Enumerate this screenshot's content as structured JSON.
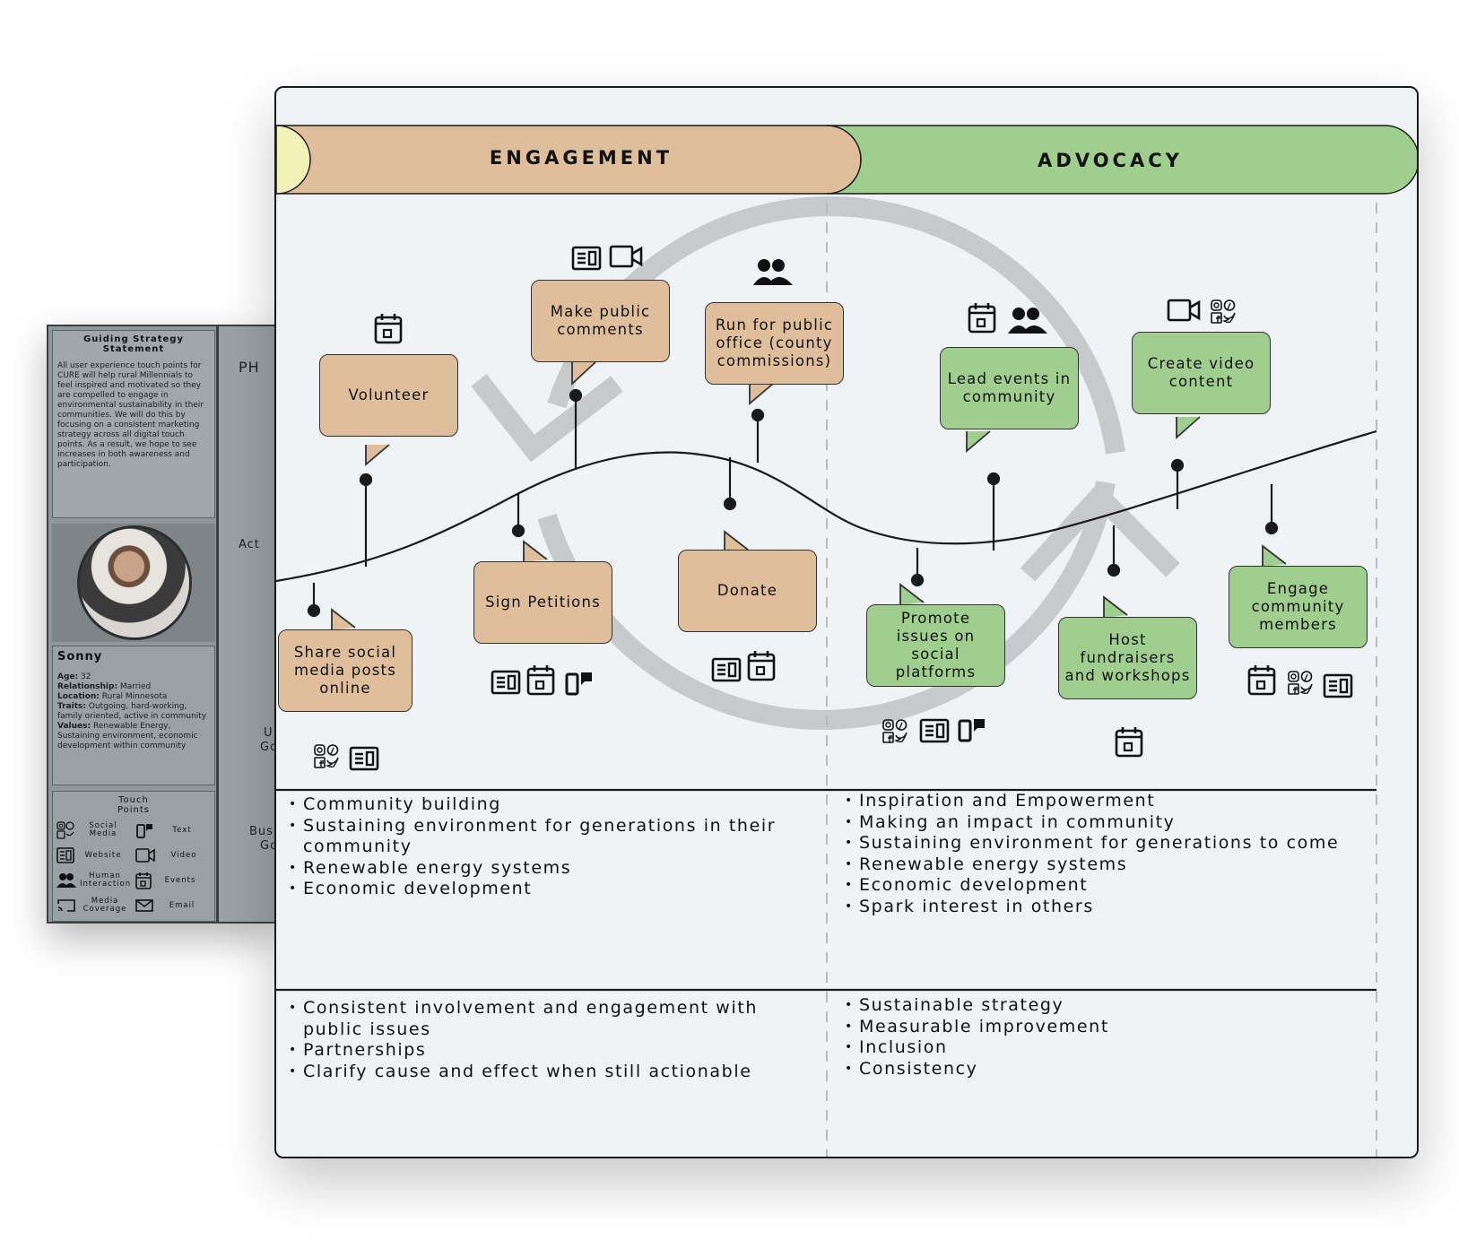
{
  "persona": {
    "guiding_title": "Guiding Strategy Statement",
    "guiding_text": "All user experience touch points for CURE will help rural Millennials to feel inspired and motivated so they are compelled to engage in environmental sustainability in their communities. We will do this by focusing on a consistent marketing strategy across all digital touch points. As a result, we hope to see increases in both awareness and participation.",
    "name": "Sonny",
    "details": [
      {
        "label": "Age:",
        "value": "32"
      },
      {
        "label": "Relationship:",
        "value": "Married"
      },
      {
        "label": "Location:",
        "value": "Rural Minnesota"
      },
      {
        "label": "Traits:",
        "value": "Outgoing, hard-working, family oriented, active in community"
      },
      {
        "label": "Values:",
        "value": "Renewable Energy, Sustaining environment, economic development within community"
      }
    ],
    "touch_points_title": "Touch Points",
    "touch_points": [
      {
        "label": "Social Media",
        "icon": "social-media-icon"
      },
      {
        "label": "Text",
        "icon": "text-icon"
      },
      {
        "label": "Website",
        "icon": "website-icon"
      },
      {
        "label": "Video",
        "icon": "video-icon"
      },
      {
        "label": "Human Interaction",
        "icon": "people-icon"
      },
      {
        "label": "Events",
        "icon": "calendar-icon"
      },
      {
        "label": "Media Coverage",
        "icon": "media-coverage-icon"
      },
      {
        "label": "Email",
        "icon": "email-icon"
      }
    ],
    "row_labels": {
      "phase": "PH",
      "actions": "Act",
      "user_goals_1": "U",
      "user_goals_2": "Go",
      "business_goals_1": "Bus",
      "business_goals_2": "Go"
    }
  },
  "stages": [
    {
      "name": "ENGAGEMENT",
      "color": "#dfbe9c"
    },
    {
      "name": "ADVOCACY",
      "color": "#9fce8e"
    }
  ],
  "colors": {
    "background": "#eff3f5",
    "prior_stage": "#f2f1b8",
    "cycle_arrow": "#c8c9ca"
  },
  "actions": [
    {
      "label": "Share social media posts online",
      "stage": "engagement",
      "icons": [
        "social-media-icon",
        "website-icon"
      ]
    },
    {
      "label": "Volunteer",
      "stage": "engagement",
      "icons": [
        "calendar-icon"
      ]
    },
    {
      "label": "Sign Petitions",
      "stage": "engagement",
      "icons": [
        "website-icon",
        "calendar-icon",
        "text-icon"
      ]
    },
    {
      "label": "Make public comments",
      "stage": "engagement",
      "icons": [
        "website-icon",
        "video-icon"
      ]
    },
    {
      "label": "Donate",
      "stage": "engagement",
      "icons": [
        "website-icon",
        "calendar-icon"
      ]
    },
    {
      "label": "Run for public office (county commissions)",
      "stage": "engagement",
      "icons": [
        "people-icon"
      ]
    },
    {
      "label": "Promote issues on social platforms",
      "stage": "advocacy",
      "icons": [
        "social-media-icon",
        "website-icon",
        "text-icon"
      ]
    },
    {
      "label": "Lead events in community",
      "stage": "advocacy",
      "icons": [
        "calendar-icon",
        "people-icon"
      ]
    },
    {
      "label": "Host fundraisers and workshops",
      "stage": "advocacy",
      "icons": [
        "calendar-icon"
      ]
    },
    {
      "label": "Create video content",
      "stage": "advocacy",
      "icons": [
        "video-icon",
        "social-media-icon"
      ]
    },
    {
      "label": "Engage community members",
      "stage": "advocacy",
      "icons": [
        "calendar-icon",
        "social-media-icon",
        "website-icon"
      ]
    }
  ],
  "user_goals": {
    "engagement": [
      "Community building",
      "Sustaining environment for generations in their community",
      "Renewable energy systems",
      "Economic development"
    ],
    "advocacy": [
      "Inspiration and Empowerment",
      "Making an impact in community",
      "Sustaining environment for generations to come",
      "Renewable energy systems",
      "Economic development",
      "Spark interest in others"
    ]
  },
  "business_goals": {
    "engagement": [
      "Consistent involvement and engagement with public issues",
      "Partnerships",
      "Clarify cause and effect when still actionable"
    ],
    "advocacy": [
      "Sustainable strategy",
      "Measurable improvement",
      "Inclusion",
      "Consistency"
    ]
  }
}
